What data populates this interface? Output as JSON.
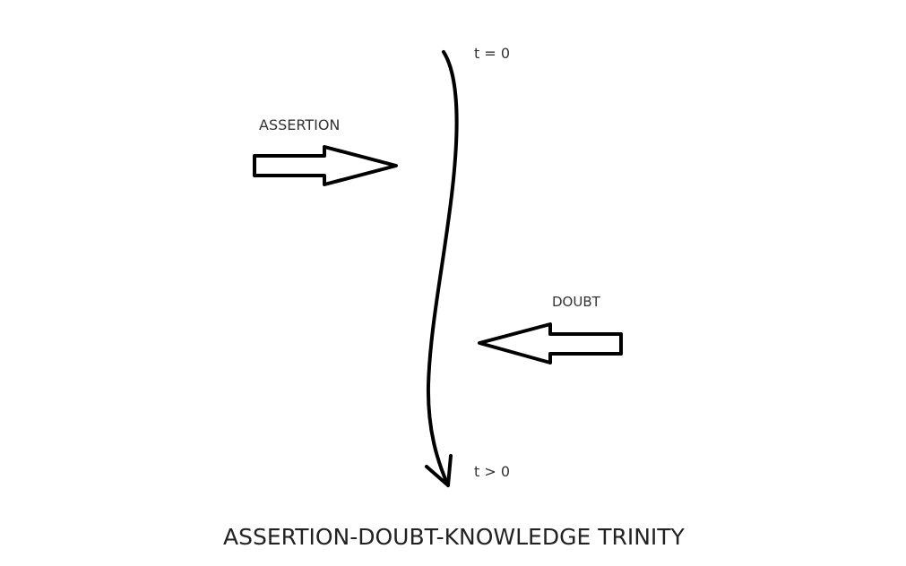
{
  "diagram": {
    "title": "ASSERTION-DOUBT-KNOWLEDGE TRINITY",
    "start_label": "t = 0",
    "end_label": "t > 0",
    "assertion_label": "ASSERTION",
    "doubt_label": "DOUBT",
    "stroke_color": "#000000",
    "text_color": "#333333"
  }
}
